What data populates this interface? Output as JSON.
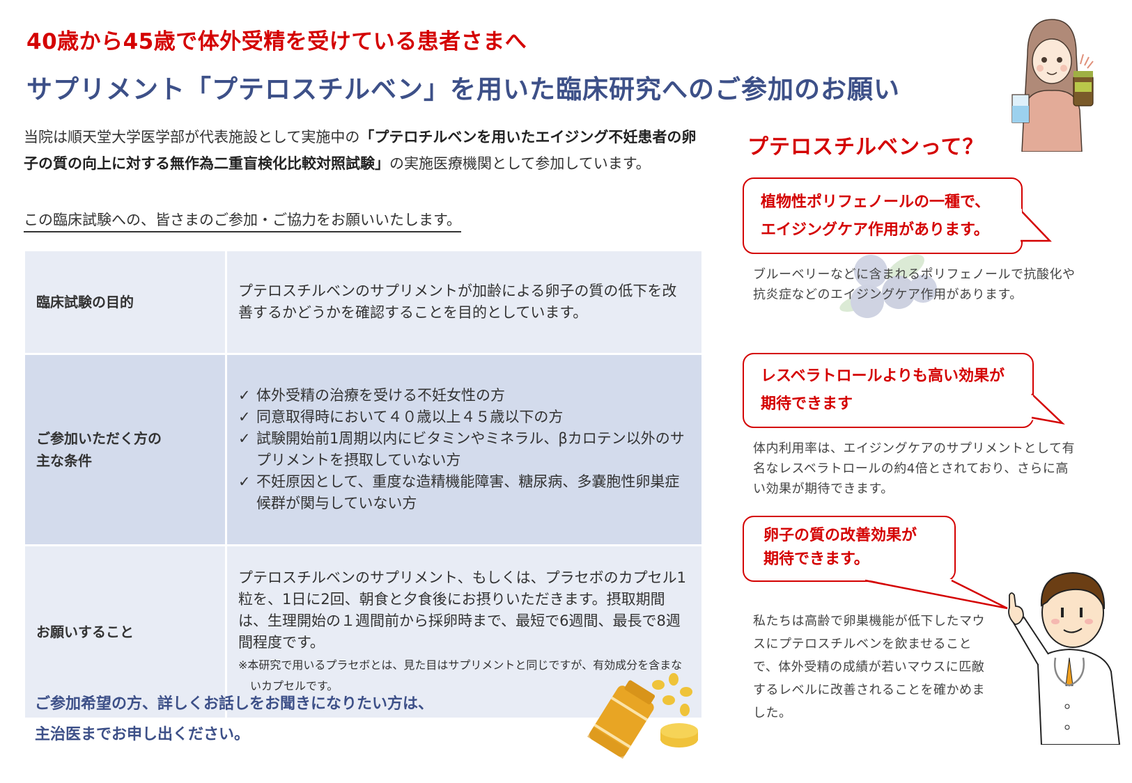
{
  "header": {
    "title_line1": "40歳から45歳で体外受精を受けている患者さまへ",
    "title_line2": "サプリメント「プテロスチルベン」を用いた臨床研究へのご参加のお願い"
  },
  "intro": {
    "prefix": "当院は順天堂大学医学部が代表施設として実施中の",
    "trial_name": "「プテロチルベンを用いたエイジング不妊患者の卵子の質の向上に対する無作為二重盲検化比較対照試験」",
    "suffix": "の実施医療機関として参加しています。",
    "request": "この臨床試験への、皆さまのご参加・ご協力をお願いいたします。"
  },
  "table": {
    "rows": [
      {
        "label": "臨床試験の目的",
        "value": "プテロスチルベンのサプリメントが加齢による卵子の質の低下を改善するかどうかを確認することを目的としています。"
      },
      {
        "label_line1": "ご参加いただく方の",
        "label_line2": "主な条件",
        "check_icon": "✓",
        "conditions": [
          "体外受精の治療を受ける不妊女性の方",
          "同意取得時において４０歳以上４５歳以下の方",
          "試験開始前1周期以内にビタミンやミネラル、βカロテン以外のサプリメントを摂取していない方",
          "不妊原因として、重度な造精機能障害、糖尿病、多嚢胞性卵巣症候群が関与していない方"
        ]
      },
      {
        "label": "お願いすること",
        "value": "プテロスチルベンのサプリメント、もしくは、プラセボのカプセル1粒を、1日に2回、朝食と夕食後にお摂りいただきます。摂取期間は、生理開始の１週間前から採卵時まで、最短で6週間、最長で8週間程度です。",
        "note": "※本研究で用いるプラセボとは、見た目はサプリメントと同じですが、有効成分を含まないカプセルです。"
      }
    ]
  },
  "cta": {
    "line1": "ご参加希望の方、詳しくお話しをお聞きになりたい方は、",
    "line2": "主治医までお申し出ください。"
  },
  "sidebar": {
    "heading": "プテロスチルベンって？",
    "items": [
      {
        "bubble_line1": "植物性ポリフェノールの一種で、",
        "bubble_line2": "エイジングケア作用があります。",
        "description": "ブルーベリーなどに含まれるポリフェノールで抗酸化や抗炎症などのエイジングケア作用があります。"
      },
      {
        "bubble_line1": "レスベラトロールよりも高い効果が",
        "bubble_line2": "期待できます",
        "description": "体内利用率は、エイジングケアのサプリメントとして有名なレスベラトロールの約4倍とされており、さらに高い効果が期待できます。"
      },
      {
        "bubble_line1": "卵子の質の改善効果が",
        "bubble_line2": "期待できます。",
        "description": "私たちは高齢で卵巣機能が低下したマウスにプテロスチルベンを飲ませることで、体外受精の成績が若いマウスに匹敵するレベルに改善されることを確かめました。"
      }
    ]
  },
  "colors": {
    "accent_red": "#d40000",
    "navy": "#3d5088",
    "row_light": "#e8ecf5",
    "row_dark": "#d3dbec",
    "body_text": "#333333"
  }
}
